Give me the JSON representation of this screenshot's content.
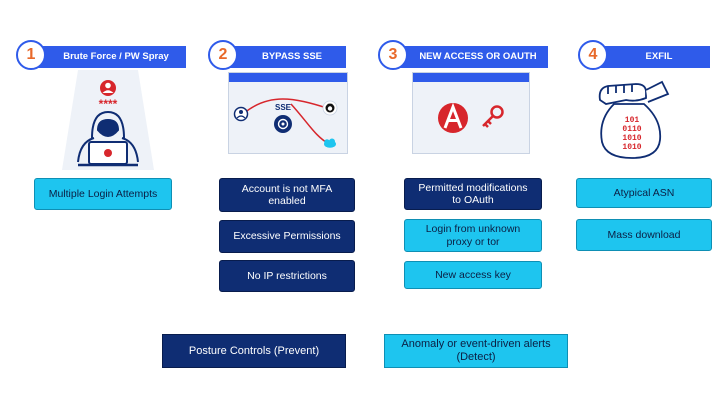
{
  "stages": [
    {
      "number": "1",
      "title": "Brute Force / PW Spray",
      "boxes": [
        "Multiple Login Attempts"
      ]
    },
    {
      "number": "2",
      "title": "BYPASS SSE",
      "window_label": "SSE",
      "boxes": [
        "Account is not MFA enabled",
        "Excessive Permissions",
        "No IP restrictions"
      ]
    },
    {
      "number": "3",
      "title": "NEW ACCESS OR OAUTH",
      "boxes": [
        "Permitted modifications to OAuth",
        "Login from unknown proxy or tor",
        "New access key"
      ]
    },
    {
      "number": "4",
      "title": "EXFIL",
      "boxes": [
        "Atypical ASN",
        "Mass download"
      ],
      "bag_digits": [
        "101",
        "0110",
        "1010",
        "1010"
      ]
    }
  ],
  "password_mask": "****",
  "legend": {
    "prevent": "Posture Controls (Prevent)",
    "detect": "Anomaly or event-driven alerts (Detect)"
  },
  "colors": {
    "accent_blue": "#2f5bea",
    "dark_navy": "#0f2d73",
    "light_cyan": "#1ec5ef",
    "number_orange": "#e8692a",
    "alert_red": "#d7262c"
  }
}
